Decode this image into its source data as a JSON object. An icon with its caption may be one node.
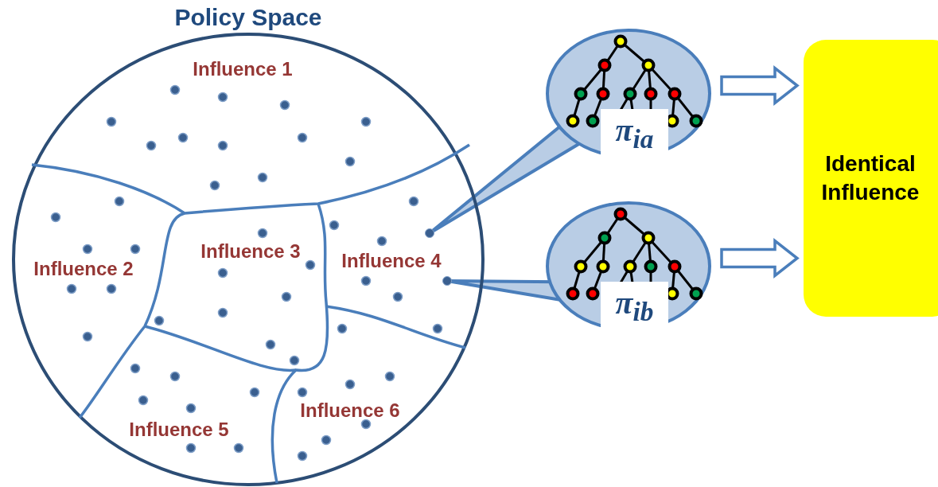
{
  "diagram": {
    "nodes": [
      {
        "text": [
          "Policy Space"
        ]
      },
      {
        "text": [
          "Influence 1"
        ],
        "in": 0
      },
      {
        "text": [
          "Influence 2"
        ],
        "in": 0
      },
      {
        "text": [
          "Influence 3"
        ],
        "in": 0
      },
      {
        "text": [
          "Influence 4"
        ],
        "in": 0
      },
      {
        "text": [
          "Influence 5"
        ],
        "in": 0
      },
      {
        "text": [
          "Influence 6"
        ],
        "in": 0
      },
      {
        "text": [
          "π$_{ia}$"
        ]
      },
      {
        "text": [
          "π$_{ib}$"
        ]
      },
      {
        "text": [
          "Identical Influence"
        ]
      },
      {
        "text": [],
        "shape": "circle",
        "in": 0
      },
      {
        "text": [],
        "shape": "circle",
        "in": 0
      }
    ],
    "edges": [
      {
        "from": 7,
        "to": 10,
        "arrow": "none"
      },
      {
        "from": 8,
        "to": 11,
        "arrow": "none"
      },
      {
        "from": 7,
        "to": 9,
        "arrow": "to"
      },
      {
        "from": 8,
        "to": 9,
        "arrow": "to"
      }
    ]
  }
}
